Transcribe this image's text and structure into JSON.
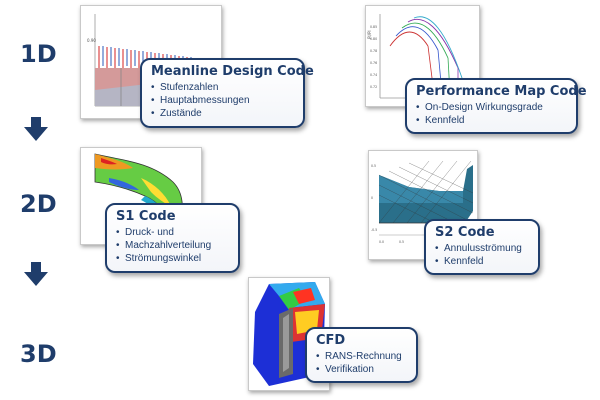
{
  "levels": [
    {
      "label": "1D"
    },
    {
      "label": "2D"
    },
    {
      "label": "3D"
    }
  ],
  "cards": {
    "meanline": {
      "title": "Meanline Design Code",
      "items": [
        "Stufenzahlen",
        "Hauptabmessungen",
        "Zustände"
      ]
    },
    "performance": {
      "title": "Performance Map Code",
      "items": [
        "On-Design Wirkungsgrade",
        "Kennfeld"
      ]
    },
    "s1": {
      "title": "S1 Code",
      "items": [
        "Druck- und",
        "Machzahlverteilung",
        "Strömungswinkel"
      ]
    },
    "s2": {
      "title": "S2 Code",
      "items": [
        "Annulusströmung",
        "Kennfeld"
      ]
    },
    "cfd": {
      "title": "CFD",
      "items": [
        "RANS-Rechnung",
        "Verifikation"
      ]
    }
  },
  "colors": {
    "accent": "#1f3d6b"
  }
}
